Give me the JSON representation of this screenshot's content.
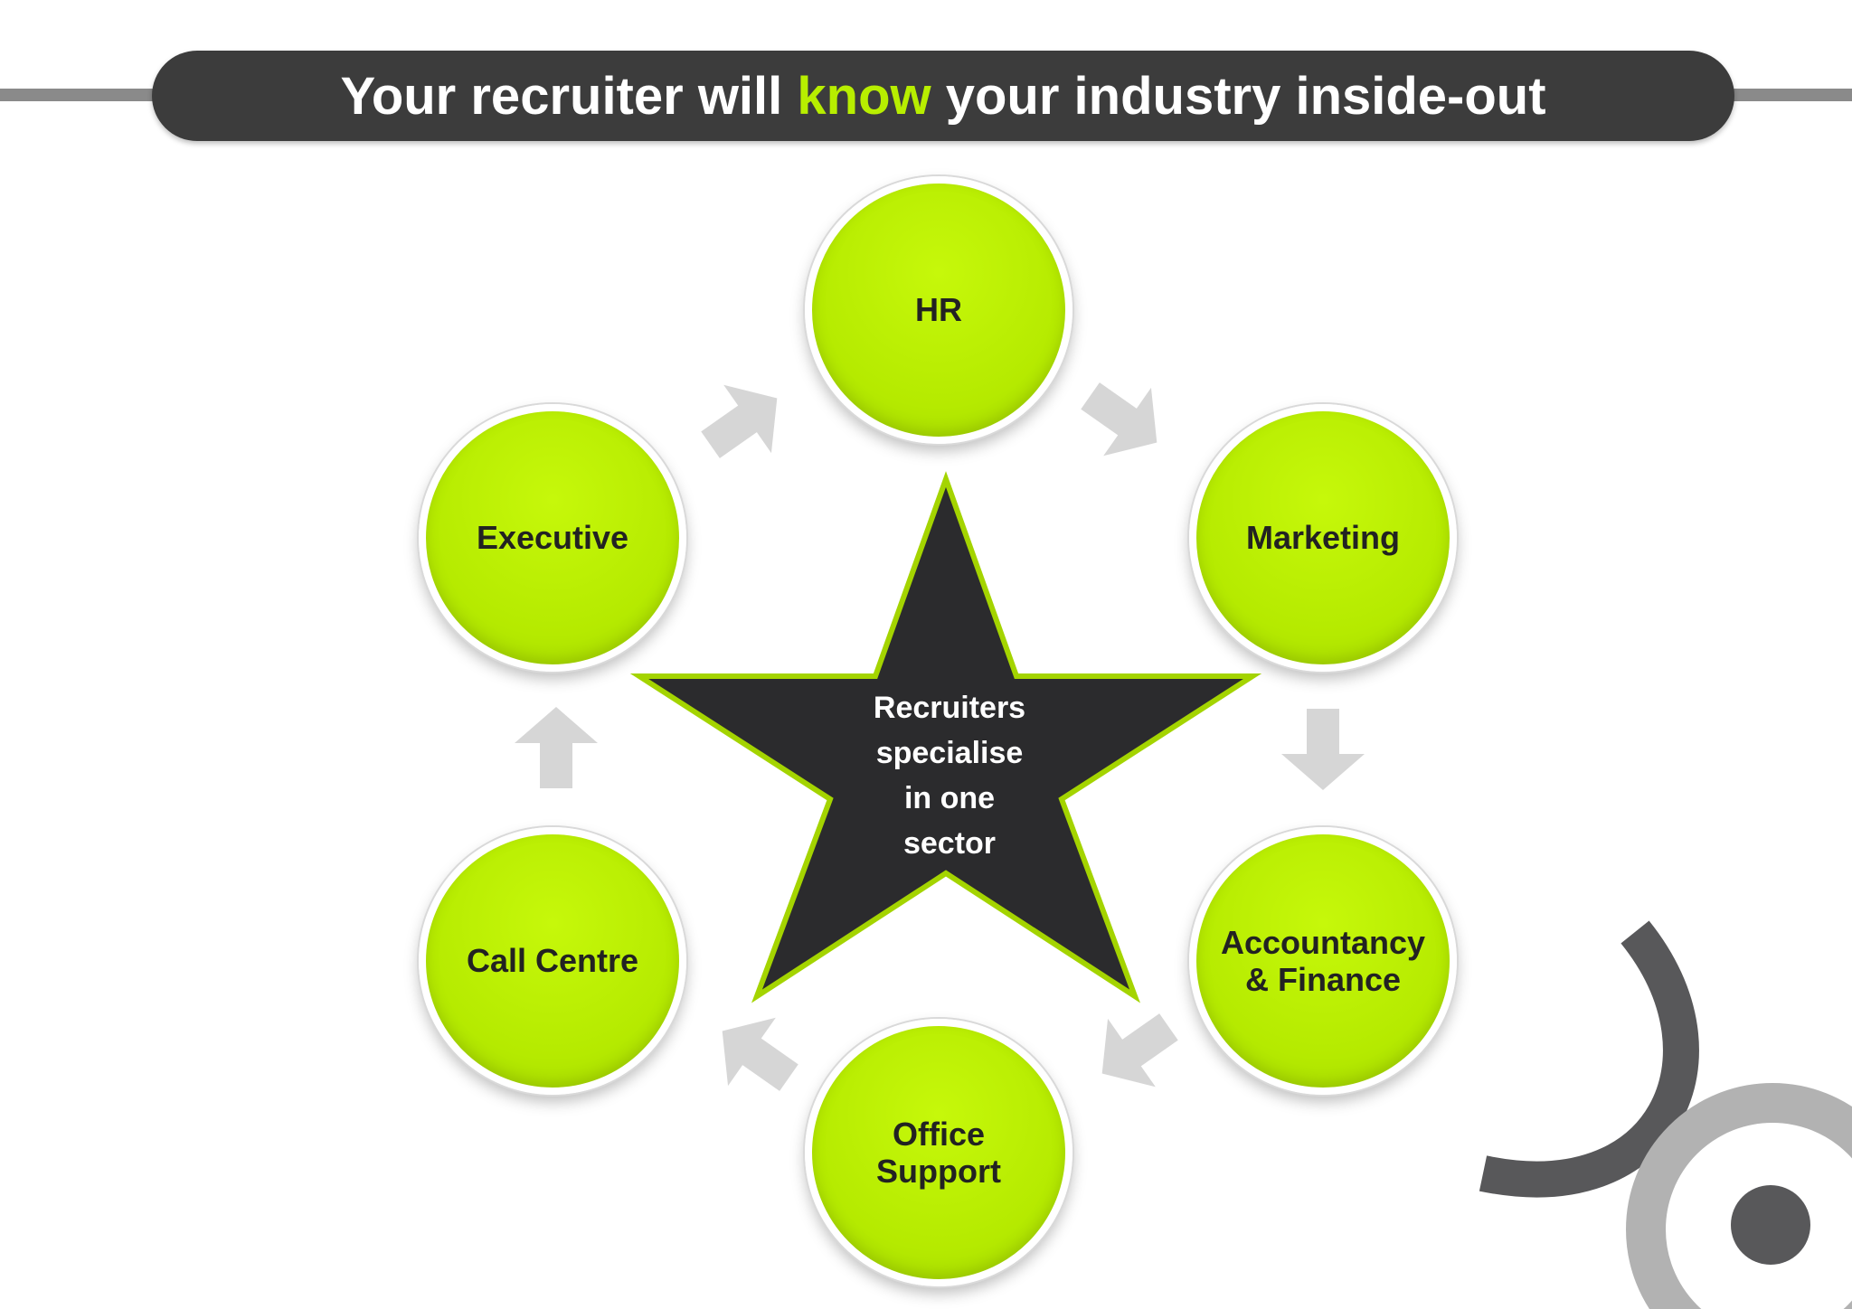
{
  "title": {
    "prefix": "Your recruiter will ",
    "highlight": "know",
    "suffix": " your industry inside-out"
  },
  "center": {
    "text": "Recruiters\nspecialise\nin one\nsector"
  },
  "nodes": [
    {
      "label": "HR"
    },
    {
      "label": "Marketing"
    },
    {
      "label": "Accountancy\n& Finance"
    },
    {
      "label": "Office\nSupport"
    },
    {
      "label": "Call Centre"
    },
    {
      "label": "Executive"
    }
  ],
  "colors": {
    "accent": "#b8ee00",
    "node_fill": "#b5ea00",
    "star_fill": "#2b2b2d",
    "title_bar": "#3c3c3c",
    "arrow": "#d6d6d6",
    "logo_dark": "#58585a",
    "logo_light": "#b2b2b2"
  }
}
